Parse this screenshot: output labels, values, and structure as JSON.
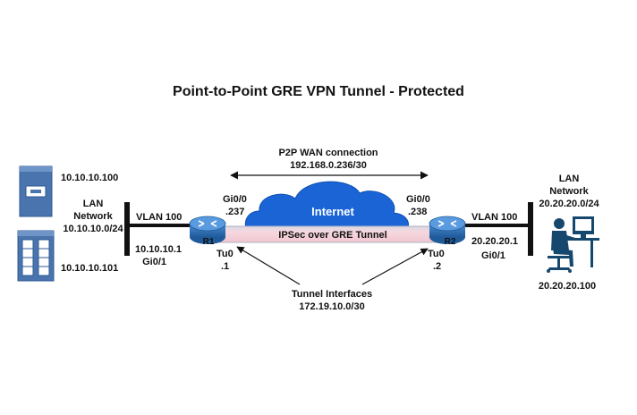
{
  "title": "Point-to-Point GRE VPN Tunnel - Protected",
  "wan": {
    "line1": "P2P WAN  connection",
    "line2": "192.168.0.236/30"
  },
  "cloud": {
    "label": "Internet"
  },
  "tunnel": {
    "label": "IPSec over GRE Tunnel"
  },
  "tunnel_interfaces": {
    "line1": "Tunnel Interfaces",
    "line2": "172.19.10.0/30"
  },
  "r1": {
    "name": "R1",
    "wan_if": "Gi0/0",
    "wan_ip": ".237",
    "lan_ip": "10.10.10.1",
    "lan_if": "Gi0/1",
    "tun_if": "Tu0",
    "tun_ip": ".1"
  },
  "r2": {
    "name": "R2",
    "wan_if": "Gi0/0",
    "wan_ip": ".238",
    "lan_ip": "20.20.20.1",
    "lan_if": "Gi0/1",
    "tun_if": "Tu0",
    "tun_ip": ".2"
  },
  "left_lan": {
    "vlan": "VLAN 100",
    "line1": "LAN",
    "line2": "Network",
    "line3": "10.10.10.0/24",
    "host1": "10.10.10.100",
    "host2": "10.10.10.101"
  },
  "right_lan": {
    "vlan": "VLAN 100",
    "line1": "LAN",
    "line2": "Network",
    "line3": "20.20.20.0/24",
    "host": "20.20.20.100"
  },
  "icons": {
    "router": "cisco-router-icon",
    "server": "server-icon",
    "server_rack": "server-rack-icon",
    "workstation": "user-workstation-icon",
    "cloud": "cloud-icon"
  },
  "colors": {
    "cloud": "#1a64d6",
    "tunnel": "#f4cfd8",
    "tunnel_border": "#b7b7c7",
    "router": "#2f74bd",
    "server": "#4a74ad",
    "person": "#16486e"
  }
}
